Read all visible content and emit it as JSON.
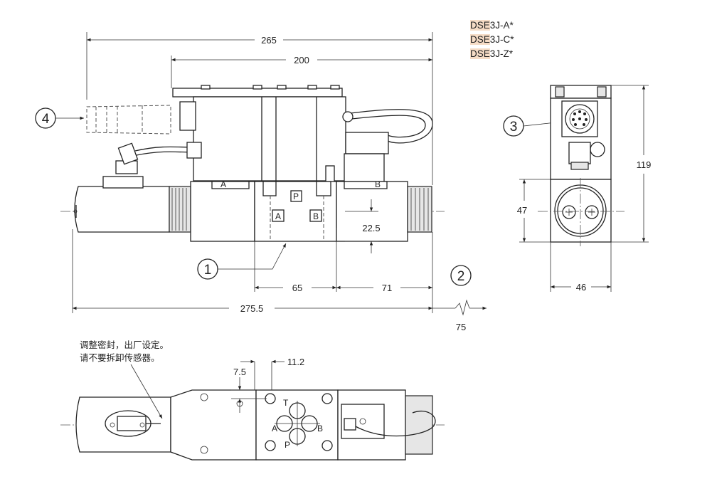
{
  "models": [
    {
      "highlight": "DSE",
      "rest": "3J-A*"
    },
    {
      "highlight": "DSE",
      "rest": "3J-C*"
    },
    {
      "highlight": "DSE",
      "rest": "3J-Z*"
    }
  ],
  "note_lines": [
    "调整密封，出厂设定。",
    "请不要拆卸传感器。"
  ],
  "dimensions": {
    "overall_length": "265",
    "solenoid_length": "200",
    "total_length": "275.5",
    "connector_clearance": "75",
    "port_spacing_left": "65",
    "port_spacing_right": "71",
    "centerline_offset": "22.5",
    "side_height": "119",
    "side_lower_height": "47",
    "side_width": "46",
    "bolt_spacing": "11.2",
    "port_offset": "7.5"
  },
  "callouts": [
    "1",
    "2",
    "3",
    "4"
  ],
  "port_labels": {
    "a": "A",
    "b": "B",
    "p": "P",
    "t": "T"
  },
  "colors": {
    "highlight": "#f6dcc6",
    "line": "#222222"
  }
}
